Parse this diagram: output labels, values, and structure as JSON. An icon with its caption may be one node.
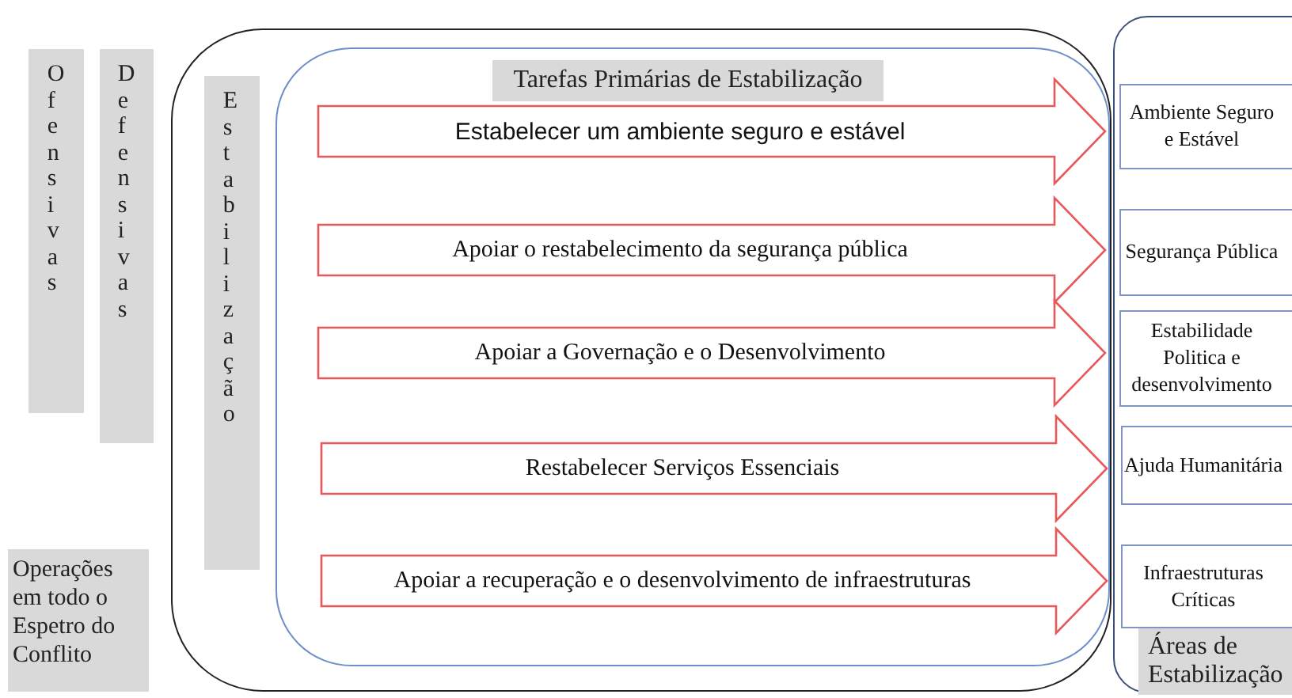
{
  "diagram": {
    "nodes": [
      {
        "text": [
          "Ofensivas"
        ]
      },
      {
        "text": [
          "Defensivas"
        ]
      },
      {
        "text": [
          "Operações em todo o Espetro do Conflito"
        ]
      },
      {
        "text": [],
        "shape": "box"
      },
      {
        "text": [
          "Estabilização"
        ],
        "in": 3
      },
      {
        "text": [
          "Tarefas Primárias de Estabilização"
        ],
        "in": 3
      },
      {
        "text": [
          "Áreas de Estabilização"
        ]
      },
      {
        "text": [
          "Ambiente Seguro e Estável"
        ],
        "in": 6
      },
      {
        "text": [
          "Segurança Pública"
        ],
        "in": 6
      },
      {
        "text": [
          "Estabilidade Politica e desenvolvimento"
        ],
        "in": 6
      },
      {
        "text": [
          "Ajuda Humanitária"
        ],
        "in": 6
      },
      {
        "text": [
          "Infraestruturas Críticas"
        ],
        "in": 6
      }
    ],
    "edges": [
      {
        "from": null,
        "to": 7,
        "arrow": "to",
        "label": "Estabelecer um ambiente seguro e estável"
      },
      {
        "from": null,
        "to": 8,
        "arrow": "to",
        "label": "Apoiar o restabelecimento da segurança pública"
      },
      {
        "from": null,
        "to": 9,
        "arrow": "to",
        "label": "Apoiar a Governação e o Desenvolvimento"
      },
      {
        "from": null,
        "to": 10,
        "arrow": "to",
        "label": "Restabelecer Serviços Essenciais"
      },
      {
        "from": null,
        "to": 11,
        "arrow": "to",
        "label": "Apoiar a recuperação e o desenvolvimento de infraestruturas"
      }
    ]
  }
}
